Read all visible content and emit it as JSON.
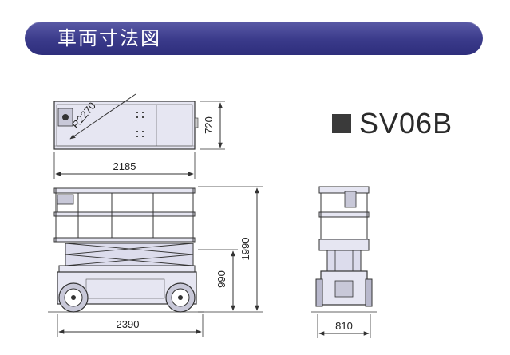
{
  "header": {
    "title": "車両寸法図"
  },
  "model": {
    "name": "SV06B"
  },
  "dimensions": {
    "top_view": {
      "turn_radius": "R2270",
      "length": "2185",
      "width": "720"
    },
    "side_view": {
      "platform_height": "1990",
      "stowed_height": "990",
      "overall_length": "2390"
    },
    "front_view": {
      "overall_width": "810"
    }
  },
  "colors": {
    "header": "#3a3a8a",
    "machine_fill": "#e6e6f2",
    "line": "#333333"
  }
}
